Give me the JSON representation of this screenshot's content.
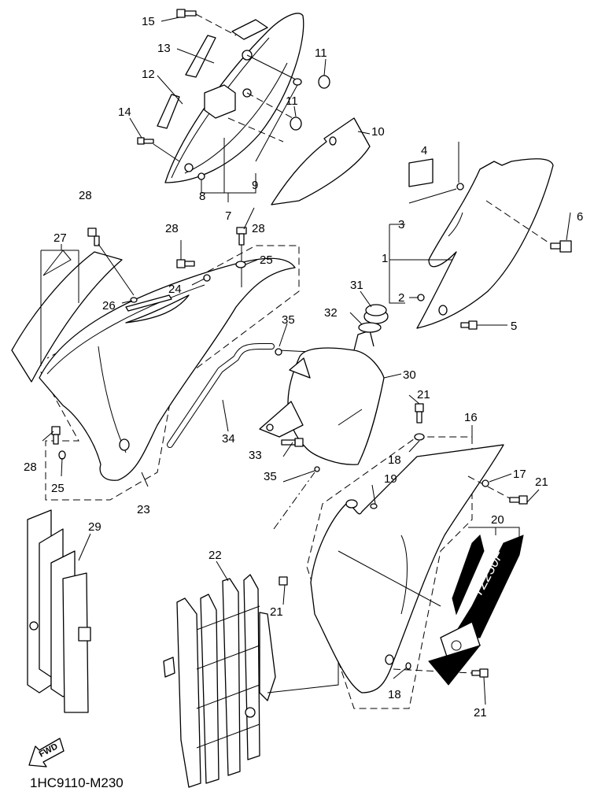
{
  "diagram": {
    "type": "exploded-parts-diagram",
    "drawing_code": "1HC9110-M230",
    "direction_marker": "FWD",
    "decal_text": "YZ250F",
    "callouts": [
      {
        "id": "c1",
        "label": "1"
      },
      {
        "id": "c2",
        "label": "2"
      },
      {
        "id": "c3",
        "label": "3"
      },
      {
        "id": "c4",
        "label": "4"
      },
      {
        "id": "c5",
        "label": "5"
      },
      {
        "id": "c6",
        "label": "6"
      },
      {
        "id": "c7",
        "label": "7"
      },
      {
        "id": "c8",
        "label": "8"
      },
      {
        "id": "c9",
        "label": "9"
      },
      {
        "id": "c10",
        "label": "10"
      },
      {
        "id": "c11a",
        "label": "11"
      },
      {
        "id": "c11b",
        "label": "11"
      },
      {
        "id": "c12",
        "label": "12"
      },
      {
        "id": "c13",
        "label": "13"
      },
      {
        "id": "c14",
        "label": "14"
      },
      {
        "id": "c15",
        "label": "15"
      },
      {
        "id": "c16",
        "label": "16"
      },
      {
        "id": "c17",
        "label": "17"
      },
      {
        "id": "c18a",
        "label": "18"
      },
      {
        "id": "c18b",
        "label": "18"
      },
      {
        "id": "c19",
        "label": "19"
      },
      {
        "id": "c20",
        "label": "20"
      },
      {
        "id": "c21a",
        "label": "21"
      },
      {
        "id": "c21b",
        "label": "21"
      },
      {
        "id": "c21c",
        "label": "21"
      },
      {
        "id": "c21d",
        "label": "21"
      },
      {
        "id": "c22",
        "label": "22"
      },
      {
        "id": "c23",
        "label": "23"
      },
      {
        "id": "c24",
        "label": "24"
      },
      {
        "id": "c25a",
        "label": "25"
      },
      {
        "id": "c25b",
        "label": "25"
      },
      {
        "id": "c26",
        "label": "26"
      },
      {
        "id": "c27",
        "label": "27"
      },
      {
        "id": "c28a",
        "label": "28"
      },
      {
        "id": "c28b",
        "label": "28"
      },
      {
        "id": "c28c",
        "label": "28"
      },
      {
        "id": "c28d",
        "label": "28"
      },
      {
        "id": "c29",
        "label": "29"
      },
      {
        "id": "c30",
        "label": "30"
      },
      {
        "id": "c31",
        "label": "31"
      },
      {
        "id": "c32",
        "label": "32"
      },
      {
        "id": "c33",
        "label": "33"
      },
      {
        "id": "c34",
        "label": "34"
      },
      {
        "id": "c35a",
        "label": "35"
      },
      {
        "id": "c35b",
        "label": "35"
      }
    ]
  }
}
